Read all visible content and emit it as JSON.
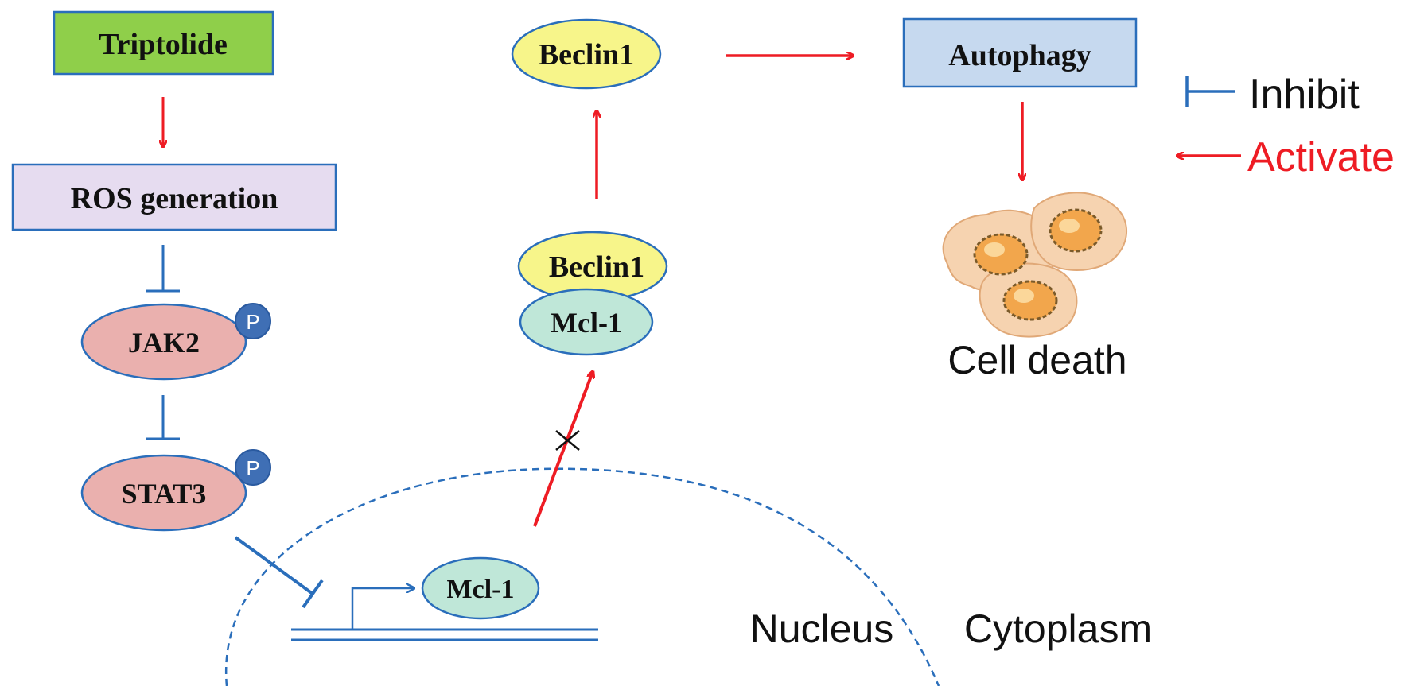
{
  "nodes": {
    "triptolide": "Triptolide",
    "ros": "ROS generation",
    "jak2": "JAK2",
    "stat3": "STAT3",
    "mcl1_nuclear": "Mcl-1",
    "beclin1_complex": "Beclin1",
    "mcl1_complex": "Mcl-1",
    "beclin1_free": "Beclin1",
    "autophagy": "Autophagy",
    "cell_death": "Cell death"
  },
  "phospho_label": "P",
  "compartments": {
    "nucleus": "Nucleus",
    "cytoplasm": "Cytoplasm"
  },
  "legend": {
    "inhibit": "Inhibit",
    "activate": "Activate"
  },
  "colors": {
    "activate": "#ee1c24",
    "inhibit": "#2a6ebb",
    "triptolide_fill": "#8fcf4a",
    "ros_fill": "#e6dcf0",
    "kinase_fill": "#eab0ae",
    "mcl1_fill": "#bfe7d8",
    "beclin1_fill": "#f7f58a",
    "autophagy_fill": "#c6d9ef",
    "phospho_fill": "#3f6fb5"
  }
}
